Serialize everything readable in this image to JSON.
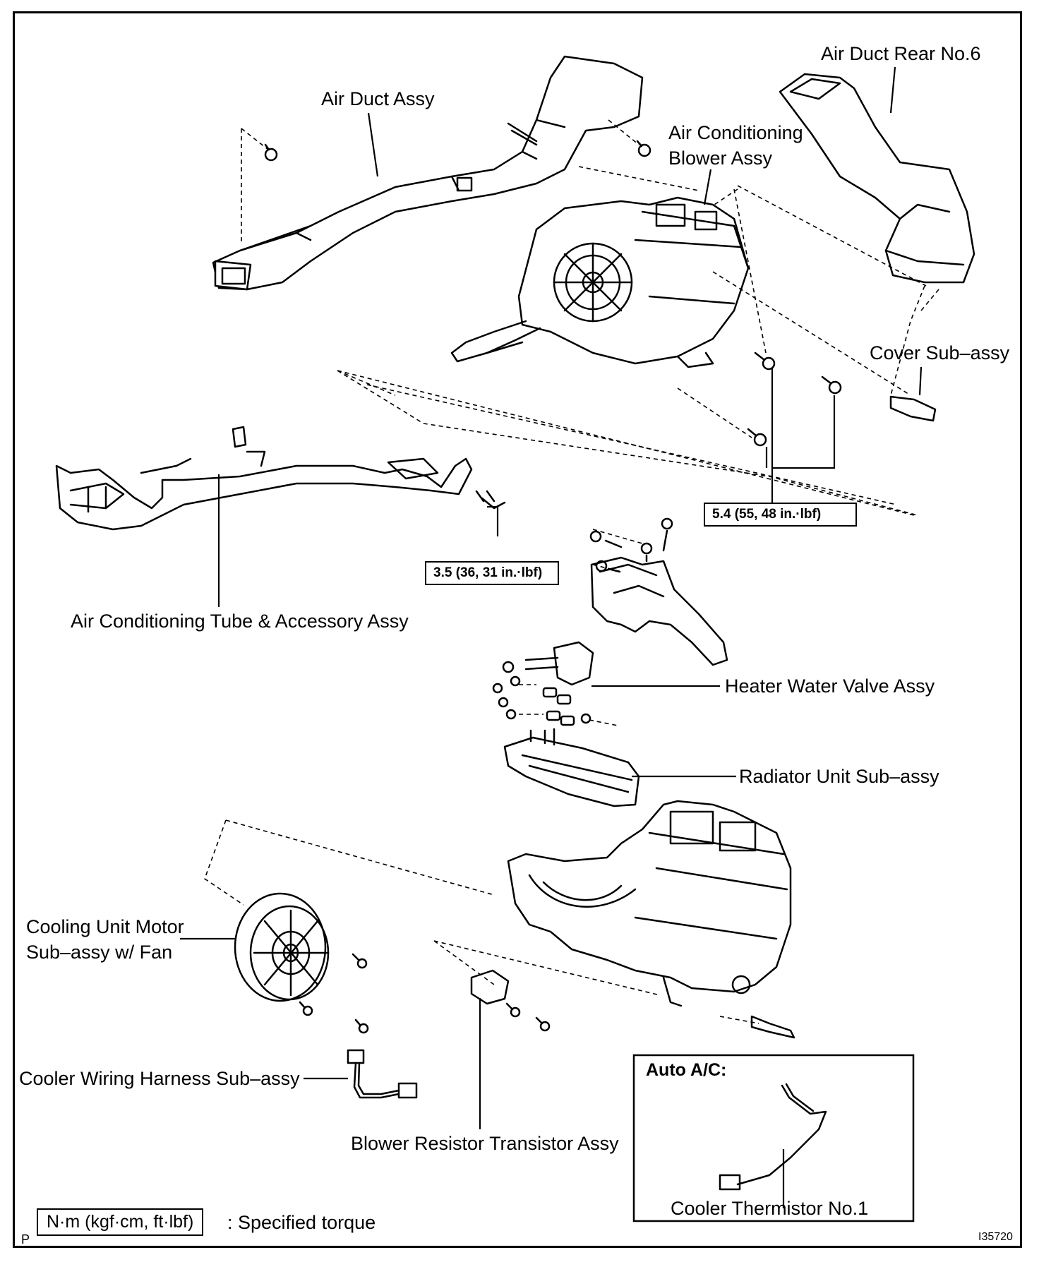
{
  "labels": {
    "air_duct_assy": "Air Duct Assy",
    "air_duct_rear_no6": "Air Duct Rear No.6",
    "ac_blower_assy_line1": "Air Conditioning",
    "ac_blower_assy_line2": "Blower Assy",
    "cover_sub_assy": "Cover Sub–assy",
    "ac_tube_accessory_assy": "Air Conditioning Tube & Accessory Assy",
    "heater_water_valve_assy": "Heater Water Valve Assy",
    "radiator_unit_sub_assy": "Radiator Unit Sub–assy",
    "cooling_unit_motor_line1": "Cooling Unit Motor",
    "cooling_unit_motor_line2": "Sub–assy w/ Fan",
    "cooler_wiring_harness": "Cooler Wiring Harness Sub–assy",
    "blower_resistor_transistor": "Blower Resistor Transistor Assy",
    "cooler_thermistor_no1": "Cooler Thermistor No.1"
  },
  "torques": {
    "blower_bolts": "5.4 (55, 48 in.·lbf)",
    "tube_bolts": "3.5 (36, 31 in.·lbf)"
  },
  "inset": {
    "title": "Auto A/C:"
  },
  "legend": {
    "unit_box": "N·m (kgf·cm, ft·lbf)",
    "description": ": Specified torque"
  },
  "corner": {
    "left_mark": "P",
    "figure_id": "I35720"
  }
}
